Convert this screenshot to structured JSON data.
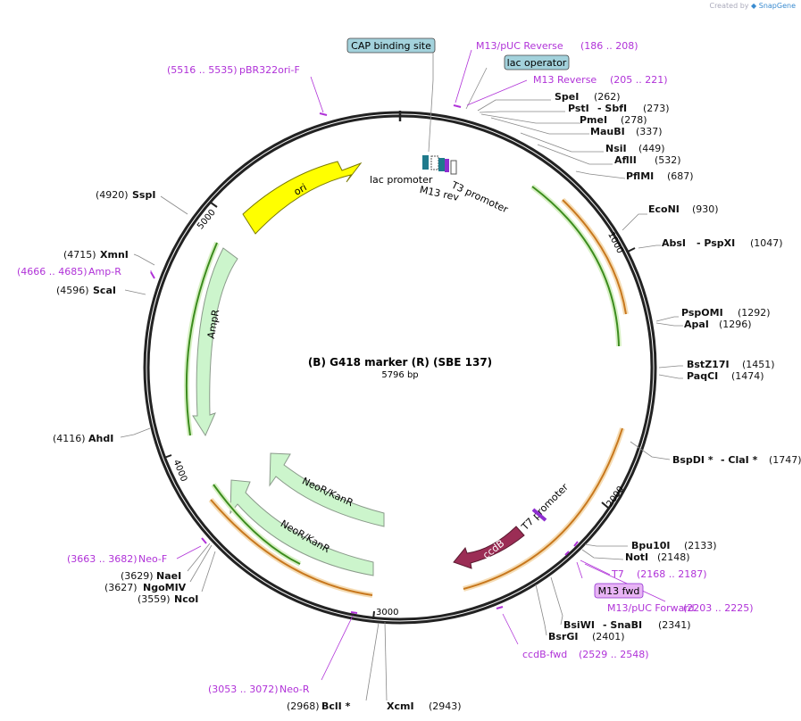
{
  "credit": {
    "prefix": "Created by",
    "brand": "SnapGene"
  },
  "plasmid": {
    "name": "(B) G418 marker (R) (SBE 137)",
    "size_label": "5796 bp",
    "length": 5796
  },
  "colors": {
    "enzyme": "#111111",
    "primer": "#b032d8",
    "feature_yellow": "#ffff00",
    "feature_green": "#ccf5cc",
    "ccdb": "#9b2d55",
    "orf_green": "#3c8c1e",
    "orf_orange": "#c8781e",
    "callout_blue": "#a3d2dc",
    "callout_purple": "#e8b4f5"
  },
  "ticks": [
    {
      "value": 1000,
      "label": "1000"
    },
    {
      "value": 2000,
      "label": "2000"
    },
    {
      "value": 3000,
      "label": "3000"
    },
    {
      "value": 4000,
      "label": "4000"
    },
    {
      "value": 5000,
      "label": "5000"
    }
  ],
  "enzymes": [
    {
      "name": "SpeI",
      "pos": "(262)",
      "bp": 262
    },
    {
      "name": "PstI",
      "extra": "- SbfI",
      "pos": "(273)",
      "bp": 273
    },
    {
      "name": "PmeI",
      "pos": "(278)",
      "bp": 278
    },
    {
      "name": "MauBI",
      "pos": "(337)",
      "bp": 337
    },
    {
      "name": "NsiI",
      "pos": "(449)",
      "bp": 449
    },
    {
      "name": "AflII",
      "pos": "(532)",
      "bp": 532
    },
    {
      "name": "PflMI",
      "pos": "(687)",
      "bp": 687
    },
    {
      "name": "EcoNI",
      "pos": "(930)",
      "bp": 930
    },
    {
      "name": "AbsI",
      "extra": "- PspXI",
      "pos": "(1047)",
      "bp": 1047
    },
    {
      "name": "PspOMI",
      "pos": "(1292)",
      "bp": 1292
    },
    {
      "name": "ApaI",
      "pos": "(1296)",
      "bp": 1296
    },
    {
      "name": "BstZ17I",
      "pos": "(1451)",
      "bp": 1451
    },
    {
      "name": "PaqCI",
      "pos": "(1474)",
      "bp": 1474
    },
    {
      "name": "BspDI *",
      "extra": "- ClaI *",
      "pos": "(1747)",
      "bp": 1747
    },
    {
      "name": "Bpu10I",
      "pos": "(2133)",
      "bp": 2133
    },
    {
      "name": "NotI",
      "pos": "(2148)",
      "bp": 2148
    },
    {
      "name": "BsiWI",
      "extra": "- SnaBI",
      "pos": "(2341)",
      "bp": 2341
    },
    {
      "name": "BsrGI",
      "pos": "(2401)",
      "bp": 2401
    },
    {
      "name": "XcmI",
      "pos": "(2943)",
      "bp": 2943
    },
    {
      "name": "BclI *",
      "pos": "(2968)",
      "bp": 2968
    },
    {
      "name": "NcoI",
      "pos": "(3559)",
      "bp": 3559
    },
    {
      "name": "NgoMIV",
      "pos": "(3627)",
      "bp": 3627
    },
    {
      "name": "NaeI",
      "pos": "(3629)",
      "bp": 3629
    },
    {
      "name": "AhdI",
      "pos": "(4116)",
      "bp": 4116
    },
    {
      "name": "ScaI",
      "pos": "(4596)",
      "bp": 4596
    },
    {
      "name": "XmnI",
      "pos": "(4715)",
      "bp": 4715
    },
    {
      "name": "SspI",
      "pos": "(4920)",
      "bp": 4920
    }
  ],
  "primers": [
    {
      "name": "M13/pUC Reverse",
      "range": "(186 .. 208)"
    },
    {
      "name": "M13 Reverse",
      "range": "(205 .. 221)"
    },
    {
      "name": "pBR322ori-F",
      "range": "(5516 .. 5535)"
    },
    {
      "name": "Amp-R",
      "range": "(4666 .. 4685)"
    },
    {
      "name": "Neo-F",
      "range": "(3663 .. 3682)"
    },
    {
      "name": "Neo-R",
      "range": "(3053 .. 3072)"
    },
    {
      "name": "ccdB-fwd",
      "range": "(2529 .. 2548)"
    },
    {
      "name": "M13/pUC Forward",
      "range": "(2203 .. 2225)"
    },
    {
      "name": "T7",
      "range": "(2168 .. 2187)"
    }
  ],
  "callouts": [
    {
      "name": "CAP binding site"
    },
    {
      "name": "lac operator"
    },
    {
      "name": "M13 fwd"
    }
  ],
  "features": [
    {
      "name": "ori"
    },
    {
      "name": "AmpR"
    },
    {
      "name": "NeoR/KanR"
    },
    {
      "name": "NeoR/KanR"
    },
    {
      "name": "ccdB"
    },
    {
      "name": "lac promoter"
    },
    {
      "name": "M13 rev"
    },
    {
      "name": "T3 promoter"
    },
    {
      "name": "T7 promoter"
    }
  ]
}
